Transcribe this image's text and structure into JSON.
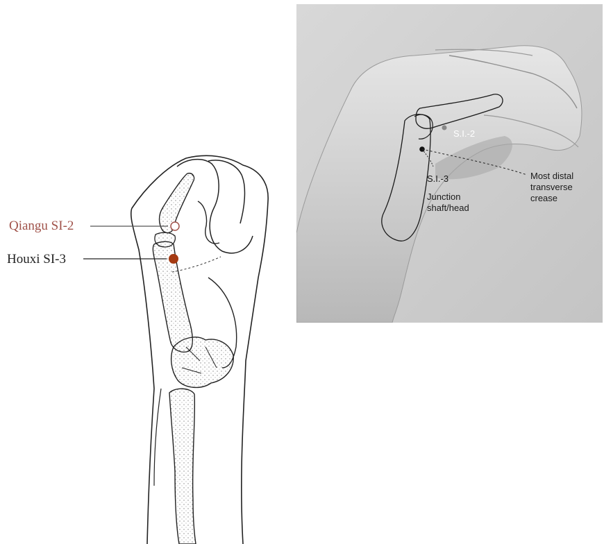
{
  "left_figure": {
    "points": [
      {
        "label": "Qiangu SI-2",
        "color": "#a0524a",
        "marker": "open-circle"
      },
      {
        "label": "Houxi SI-3",
        "color": "#222222",
        "marker": "filled-circle",
        "marker_color": "#a53a12"
      }
    ]
  },
  "right_figure": {
    "labels": {
      "si2": "S.I.-2",
      "si3": "S.I.-3",
      "crease_line1": "Most distal",
      "crease_line2": "transverse",
      "crease_line3": "crease",
      "junction_line1": "Junction",
      "junction_line2": "shaft/head"
    }
  }
}
